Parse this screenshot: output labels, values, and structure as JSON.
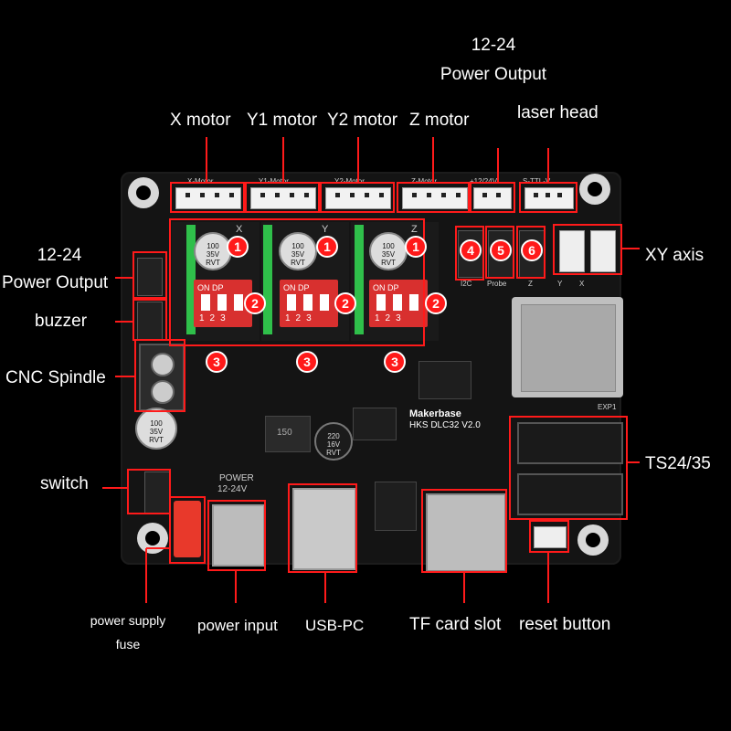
{
  "labels": {
    "output_top_line1": "12-24",
    "output_top_line2": "Power Output",
    "laser_head": "laser head",
    "x_motor": "X motor",
    "y1_motor": "Y1 motor",
    "y2_motor": "Y2 motor",
    "z_motor": "Z motor",
    "output_left_line1": "12-24",
    "output_left_line2": "Power Output",
    "buzzer": "buzzer",
    "cnc_spindle": "CNC Spindle",
    "switch": "switch",
    "xy_axis": "XY axis",
    "ts24_35": "TS24/35",
    "power_supply_fuse_line1": "power supply",
    "power_supply_fuse_line2": "fuse",
    "power_input": "power input",
    "usb_pc": "USB-PC",
    "tf_card_slot": "TF card slot",
    "reset_button": "reset button"
  },
  "board": {
    "brand": "Makerbase",
    "model": "HKS DLC32 V2.0",
    "power_silk": "POWER",
    "power_range_silk": "12-24V",
    "connector_silk": [
      "X-Motor",
      "Y1-Motor",
      "Y2-Motor",
      "Z-Motor",
      "+12/24V",
      "S-TTL-V"
    ],
    "port_silk": [
      "I2C",
      "Probe",
      "Z",
      "Y",
      "X"
    ],
    "exp_silk": "EXP1",
    "driver_axis_silk": [
      "X",
      "Y",
      "Z"
    ],
    "dip": {
      "label": "ON DP",
      "numbers": "123"
    },
    "cap_small": "100\n35V\nRVT",
    "cap_mid": "220\n16V\nRVT",
    "inductor": "150",
    "big_cap": "100\n35V\nRVT"
  },
  "callouts": [
    "1",
    "1",
    "1",
    "2",
    "2",
    "2",
    "3",
    "3",
    "3",
    "4",
    "5",
    "6"
  ],
  "colors": {
    "highlight": "#ff1a1a",
    "board": "#141414",
    "dip": "#d8302f",
    "driver_header": "#2fbf4a"
  }
}
